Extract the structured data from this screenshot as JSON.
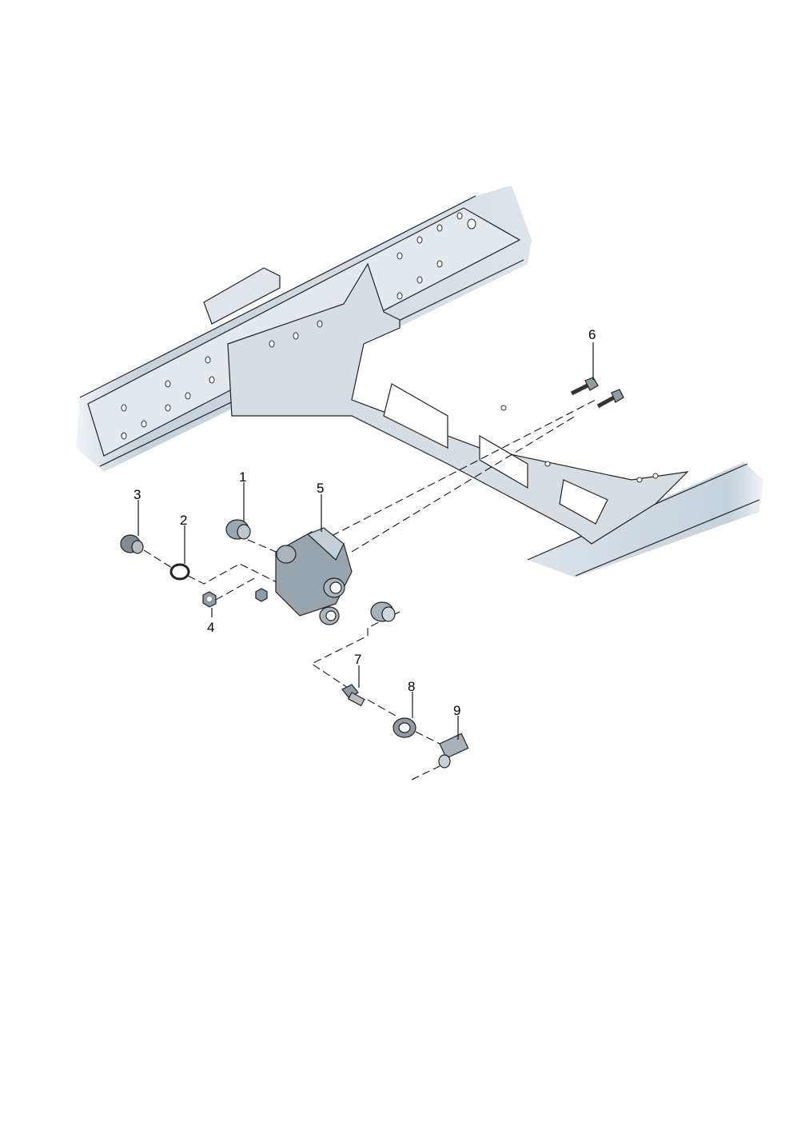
{
  "diagram": {
    "callouts": [
      {
        "id": "1",
        "label": "1"
      },
      {
        "id": "2",
        "label": "2"
      },
      {
        "id": "3",
        "label": "3"
      },
      {
        "id": "4",
        "label": "4"
      },
      {
        "id": "5",
        "label": "5"
      },
      {
        "id": "6",
        "label": "6"
      },
      {
        "id": "7",
        "label": "7"
      },
      {
        "id": "8",
        "label": "8"
      },
      {
        "id": "9",
        "label": "9"
      }
    ],
    "colors": {
      "frame_shade": "#c9d3dc",
      "frame_light": "#e9eef2",
      "part_fill": "#9aa6b0",
      "blue_fade": "#b7c6d4"
    }
  }
}
